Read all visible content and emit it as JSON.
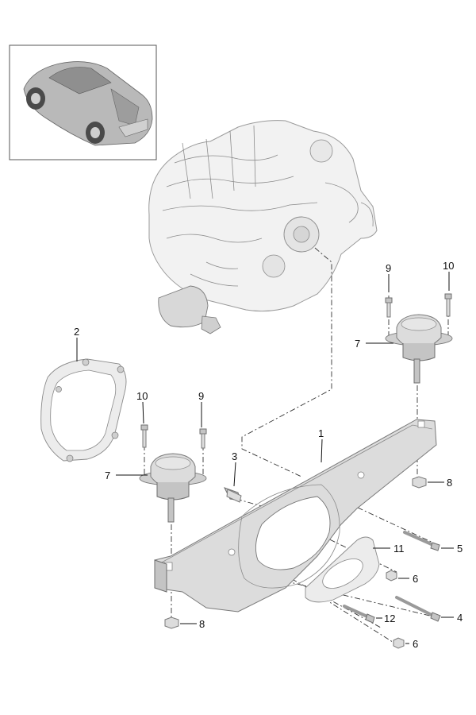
{
  "callouts": [
    {
      "id": "c1",
      "text": "1"
    },
    {
      "id": "c2",
      "text": "2"
    },
    {
      "id": "c3",
      "text": "3"
    },
    {
      "id": "c4",
      "text": "4"
    },
    {
      "id": "c5",
      "text": "5"
    },
    {
      "id": "c6a",
      "text": "6"
    },
    {
      "id": "c6b",
      "text": "6"
    },
    {
      "id": "c7a",
      "text": "7"
    },
    {
      "id": "c7b",
      "text": "7"
    },
    {
      "id": "c8a",
      "text": "8"
    },
    {
      "id": "c8b",
      "text": "8"
    },
    {
      "id": "c9a",
      "text": "9"
    },
    {
      "id": "c9b",
      "text": "9"
    },
    {
      "id": "c10a",
      "text": "10"
    },
    {
      "id": "c10b",
      "text": "10"
    },
    {
      "id": "c11",
      "text": "11"
    },
    {
      "id": "c12",
      "text": "12"
    }
  ],
  "colors": {
    "part": "#dcdcdc",
    "line": "#111111"
  }
}
